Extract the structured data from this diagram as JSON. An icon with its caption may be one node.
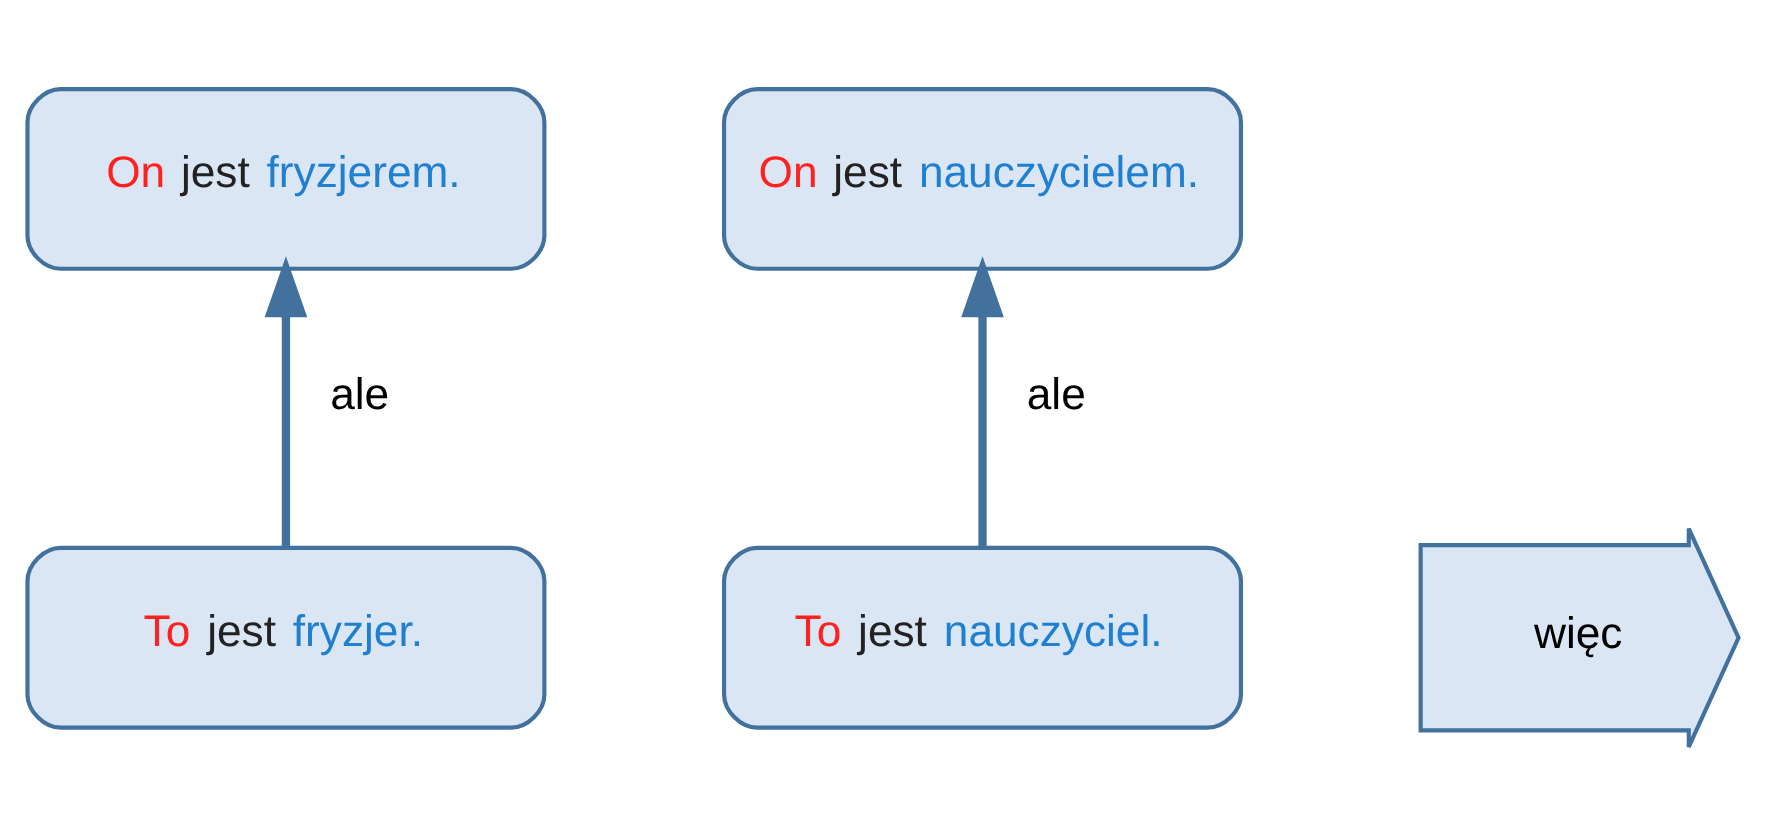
{
  "diagram": {
    "nodes": [
      {
        "text": [
          "On jest fryzjerem."
        ]
      },
      {
        "text": [
          "On jest nauczycielem."
        ]
      },
      {
        "text": [
          "więc"
        ]
      },
      {
        "text": [
          "To jest fryzjer."
        ]
      },
      {
        "text": [
          "To jest nauczyciel."
        ]
      }
    ],
    "edges": [
      {
        "from": 3,
        "to": 0,
        "arrow": "to",
        "label": "ale"
      },
      {
        "from": 4,
        "to": 1,
        "arrow": "to",
        "label": "ale"
      }
    ]
  }
}
